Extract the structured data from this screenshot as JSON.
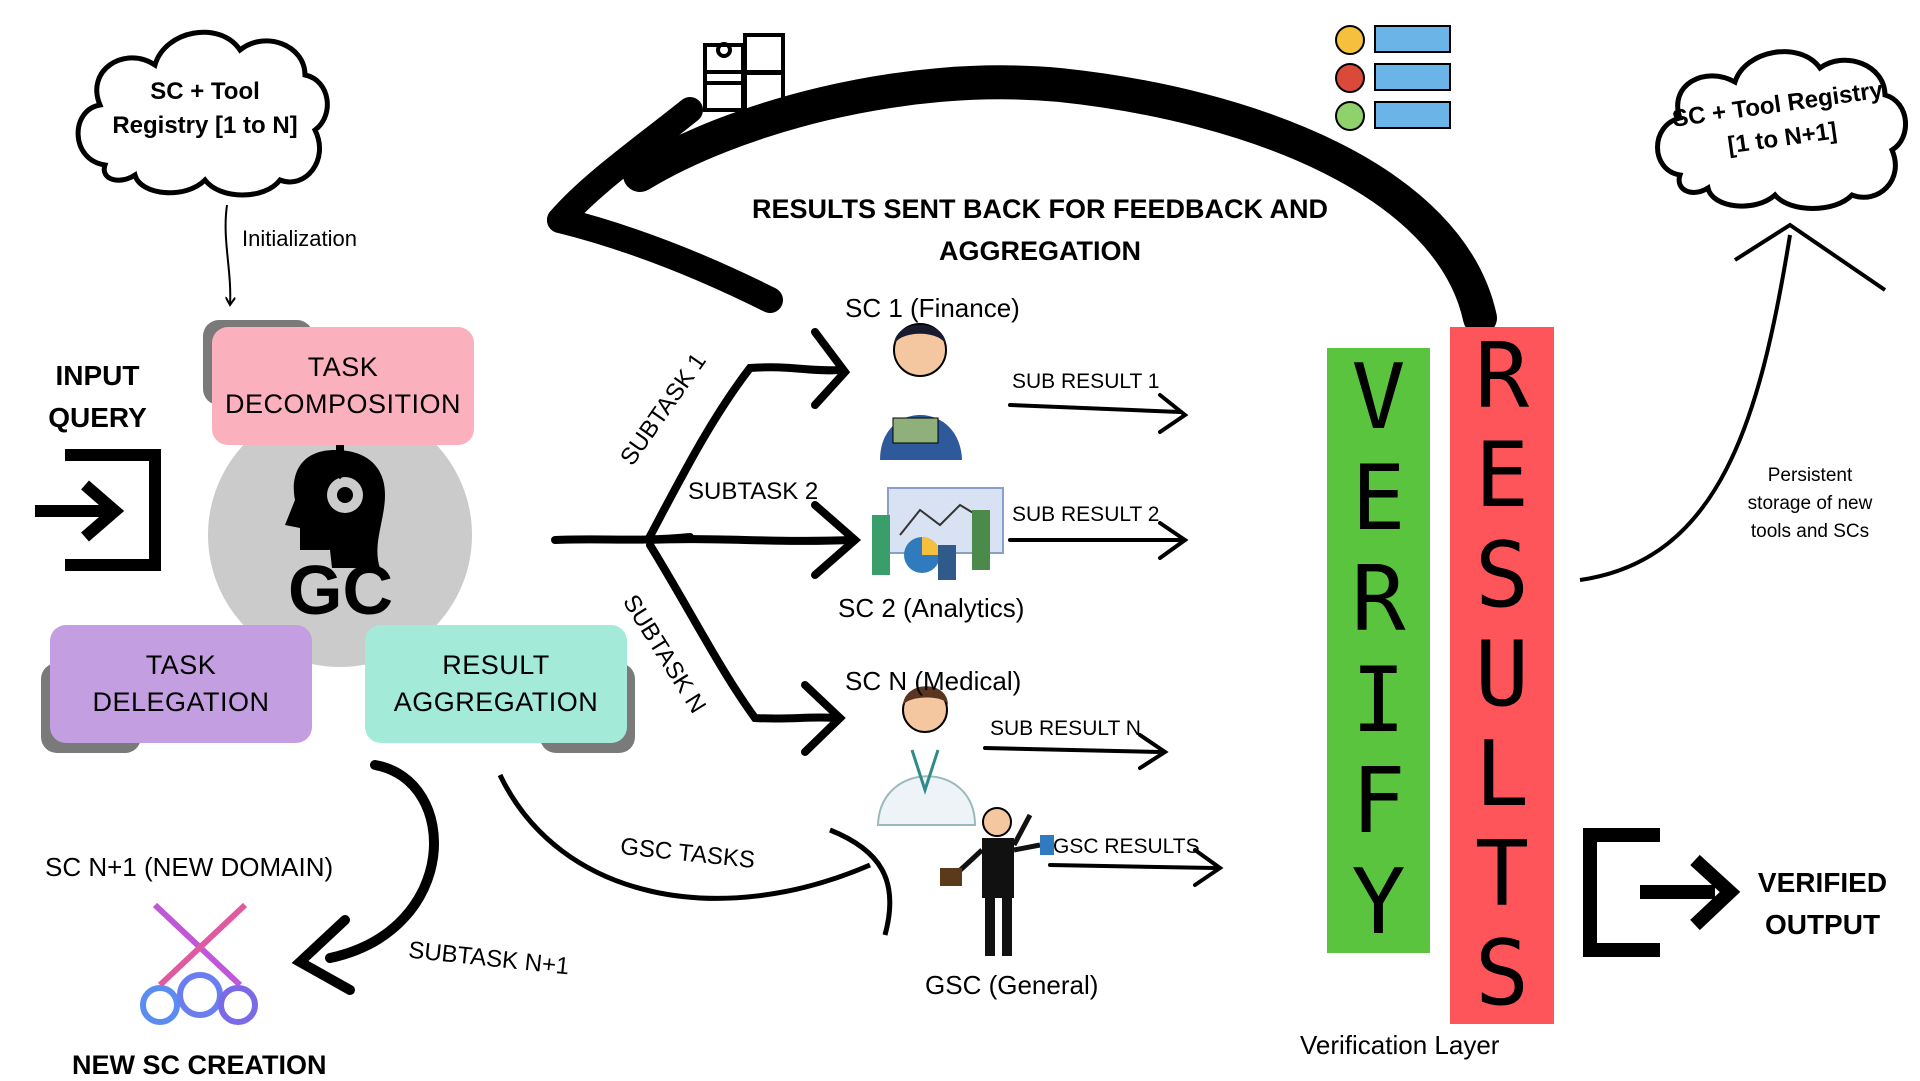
{
  "registry_left": {
    "line1": "SC + Tool",
    "line2": "Registry [1 to N]"
  },
  "registry_right": {
    "line1": "SC + Tool Registry",
    "line2": "[1 to N+1]"
  },
  "initialization_label": "Initialization",
  "feedback_label": {
    "line1": "RESULTS SENT BACK FOR FEEDBACK AND",
    "line2": "AGGREGATION"
  },
  "input": {
    "line1": "INPUT",
    "line2": "QUERY",
    "icon": "login-icon"
  },
  "gc": {
    "label": "GC",
    "icon": "head-gear-icon",
    "task_decomposition": {
      "line1": "TASK",
      "line2": "DECOMPOSITION",
      "color": "#fbb1bd"
    },
    "task_delegation": {
      "line1": "TASK",
      "line2": "DELEGATION",
      "color": "#c39ee0"
    },
    "result_aggregation": {
      "line1": "RESULT",
      "line2": "AGGREGATION",
      "color": "#a3ead9"
    },
    "circle_color": "#cbcbcb"
  },
  "subtasks": [
    "SUBTASK 1",
    "SUBTASK 2",
    "SUBTASK N"
  ],
  "specialists": [
    {
      "title": "SC 1 (Finance)",
      "result": "SUB RESULT 1",
      "icon": "finance-person-icon"
    },
    {
      "title": "SC 2 (Analytics)",
      "result": "SUB RESULT 2",
      "icon": "analytics-team-icon"
    },
    {
      "title": "SC N (Medical)",
      "result": "SUB RESULT N",
      "icon": "doctor-icon"
    }
  ],
  "gsc": {
    "title": "GSC (General)",
    "tasks": "GSC TASKS",
    "results": "GSC RESULTS",
    "icon": "multitask-person-icon"
  },
  "new_sc": {
    "domain": "SC N+1 (NEW DOMAIN)",
    "subtask": "SUBTASK N+1",
    "creation": "NEW SC CREATION",
    "icon": "tools-gears-icon"
  },
  "verify": {
    "letters": [
      "V",
      "E",
      "R",
      "I",
      "F",
      "Y"
    ],
    "color": "#5ac43f"
  },
  "results": {
    "letters": [
      "R",
      "E",
      "S",
      "U",
      "L",
      "T",
      "S"
    ],
    "color": "#fe555b"
  },
  "verification_layer": "Verification Layer",
  "persistent_storage": {
    "line1": "Persistent",
    "line2": "storage of new",
    "line3": "tools and SCs"
  },
  "output": {
    "line1": "VERIFIED",
    "line2": "OUTPUT",
    "icon": "logout-icon"
  },
  "top_icons": {
    "puzzle": "puzzle-icon",
    "feedback": "feedback-faces-icon"
  }
}
